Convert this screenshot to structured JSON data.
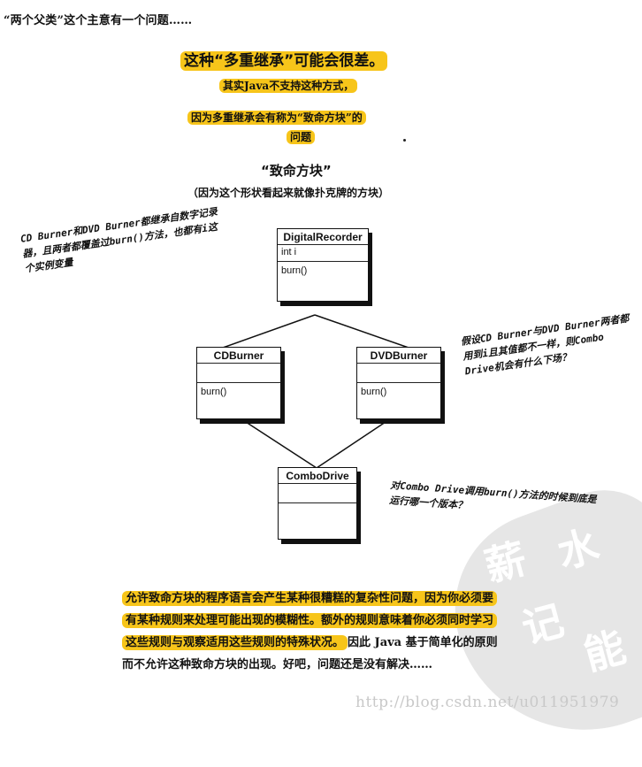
{
  "intro": "“两个父类”这个主意有一个问题……",
  "headings": {
    "main": "这种“多重继承”可能会很差。",
    "line2": "其实Java不支持这种方式，",
    "line3a": "因为多重继承会有称为“致命方块”的",
    "line3b": "问题"
  },
  "diagram": {
    "title": "“致命方块”",
    "subtitle": "（因为这个形状看起来就像扑克牌的方块）",
    "classes": [
      {
        "name": "DigitalRecorder",
        "attrs": "int i",
        "methods": "burn()"
      },
      {
        "name": "CDBurner",
        "attrs": "",
        "methods": "burn()"
      },
      {
        "name": "DVDBurner",
        "attrs": "",
        "methods": "burn()"
      },
      {
        "name": "ComboDrive",
        "attrs": "",
        "methods": ""
      }
    ]
  },
  "notes": {
    "left": "CD Burner和DVD Burner都继承自数字记录器，且两者都覆盖过burn()方法，也都有i这个实例变量",
    "right": "假设CD Burner与DVD Burner两者都用到i且其值都不一样，则Combo Drive机会有什么下场？",
    "bottom": "对Combo Drive调用burn()方法的时候到底是运行哪一个版本？"
  },
  "paragraph": {
    "highlighted": "允许致命方块的程序语言会产生某种很糟糕的复杂性问题，因为你必须要有某种规则来处理可能出现的模糊性。额外的规则意味着你必须同时学习这些规则与观察适用这些规则的特殊状况。",
    "plain": "因此 Java 基于简单化的原则而不允许这种致命方块的出现。好吧，问题还是没有解决……"
  },
  "watermark": {
    "glyphs": [
      "薪",
      "水",
      "记",
      "能"
    ],
    "url": "http://blog.csdn.net/u011951979"
  },
  "colors": {
    "highlight": "#f7c51a",
    "watermark_shape": "#e6e6e6",
    "watermark_url": "#c9c9c9"
  }
}
